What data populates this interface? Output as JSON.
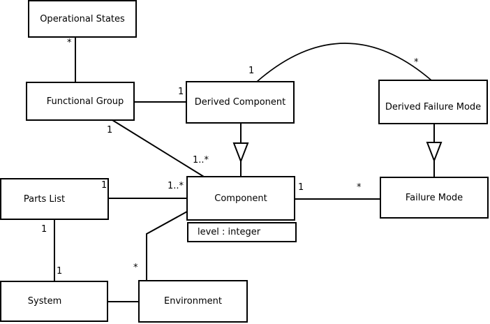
{
  "diagram": {
    "background_color": "#ffffff",
    "line_color": "#000000",
    "nodes": {
      "operational_states": {
        "label": "Operational States"
      },
      "functional_group": {
        "label": "Functional Group"
      },
      "derived_component": {
        "label": "Derived Component"
      },
      "derived_failure_mode": {
        "label": "Derived Failure Mode"
      },
      "parts_list": {
        "label": "Parts List"
      },
      "component": {
        "label": "Component",
        "attribute": "level : integer"
      },
      "failure_mode": {
        "label": "Failure Mode"
      },
      "system": {
        "label": "System"
      },
      "environment": {
        "label": "Environment"
      }
    },
    "multiplicities": {
      "os_fg_star": "*",
      "fg_dc_one": "1",
      "arc_dc_one": "1",
      "arc_dfm_star": "*",
      "fg_comp_one": "1",
      "fg_comp_many": "1..*",
      "pl_comp_one": "1",
      "pl_comp_many": "1..*",
      "pl_sys_one_top": "1",
      "pl_sys_one_bottom": "1",
      "comp_fm_one": "1",
      "comp_fm_star": "*",
      "env_comp_star": "*"
    }
  }
}
